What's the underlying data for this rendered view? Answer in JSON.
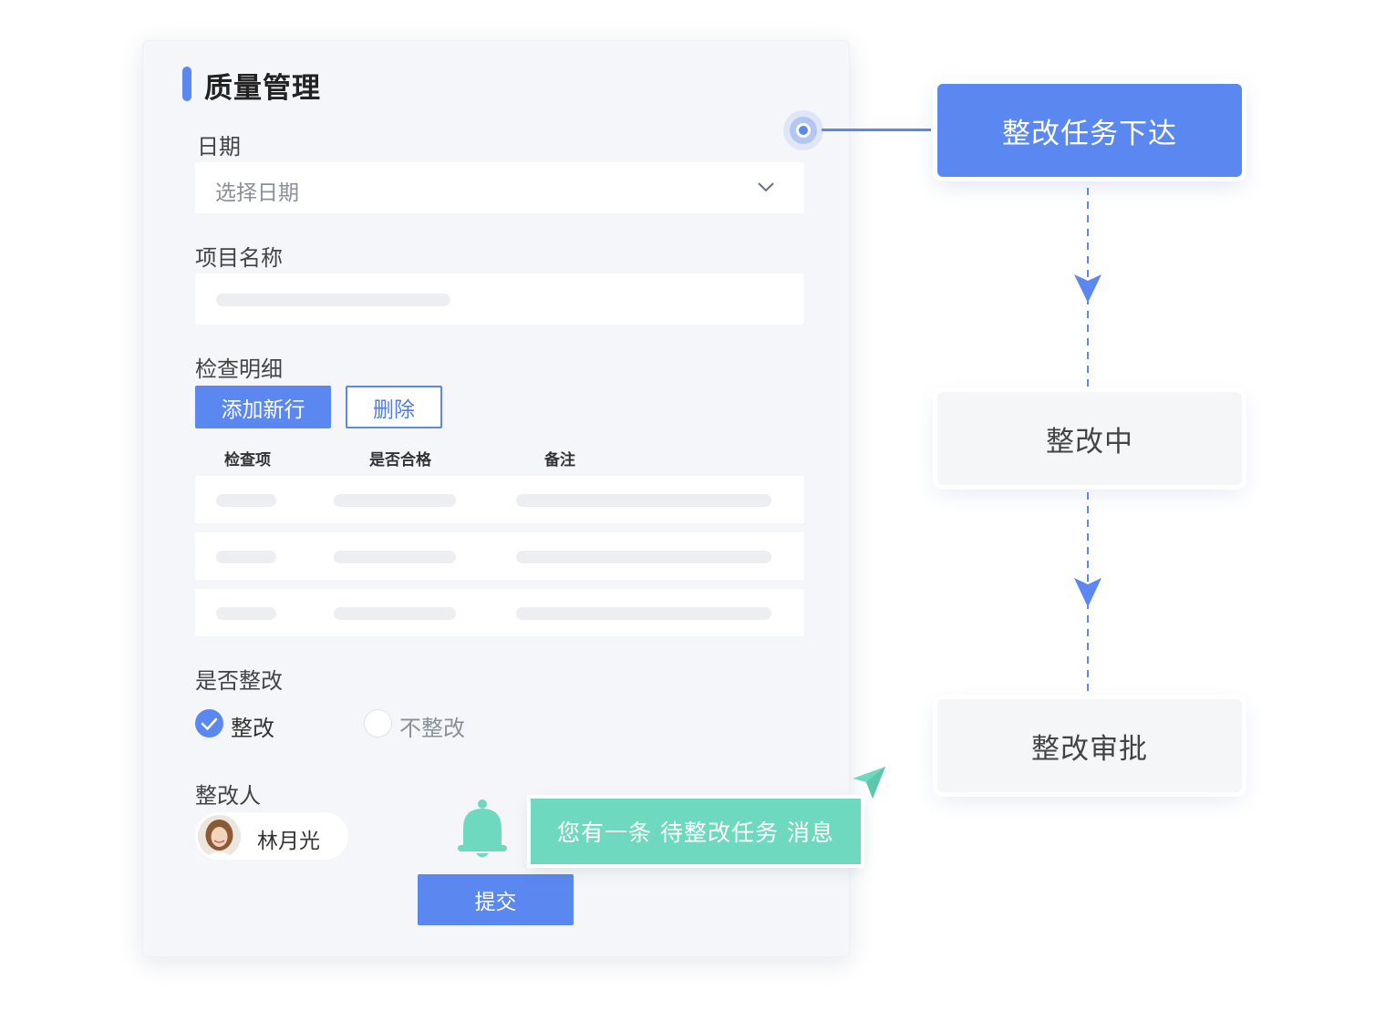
{
  "form": {
    "title": "质量管理",
    "date": {
      "label": "日期",
      "placeholder": "选择日期"
    },
    "project": {
      "label": "项目名称"
    },
    "details": {
      "label": "检查明细",
      "add_row_label": "添加新行",
      "delete_label": "删除",
      "columns": [
        "检查项",
        "是否合格",
        "备注"
      ]
    },
    "rectify": {
      "label": "是否整改",
      "options": [
        "整改",
        "不整改"
      ],
      "selected": "整改"
    },
    "assignee": {
      "label": "整改人",
      "name": "林月光"
    },
    "submit_label": "提交"
  },
  "flow": {
    "steps": [
      "整改任务下达",
      "整改中",
      "整改审批"
    ],
    "active_step": "整改任务下达"
  },
  "notification": {
    "message": "您有一条 待整改任务 消息"
  },
  "colors": {
    "primary": "#5b87f0",
    "notification": "#6fd9c0",
    "card_bg": "#f5f6f9"
  },
  "icons": [
    "chevron-down-icon",
    "check-icon",
    "bell-icon",
    "paper-plane-icon",
    "timeline-node-icon"
  ]
}
